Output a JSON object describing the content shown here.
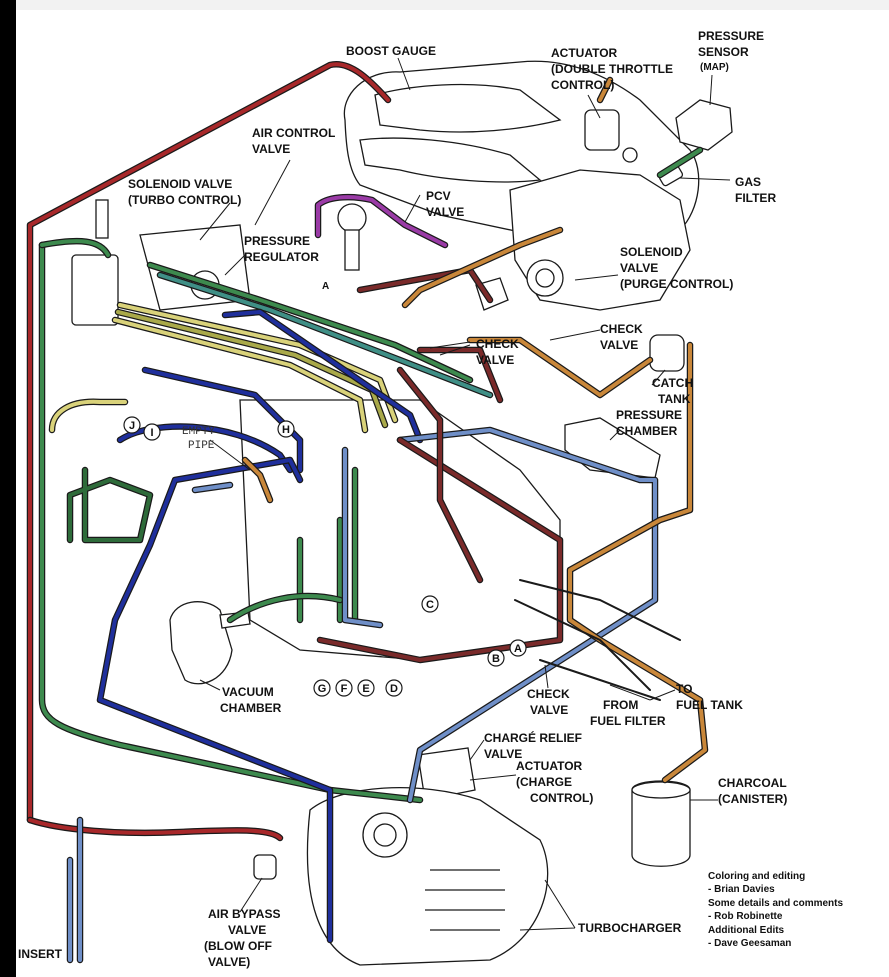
{
  "colors": {
    "red": "#a8282a",
    "green": "#3d8a4e",
    "darkgreen": "#2e6b3a",
    "blue": "#1f2f9c",
    "lightblue": "#6f8fc8",
    "yellow": "#d9d27a",
    "orange": "#c9873a",
    "purple": "#9a3aa6",
    "maroon": "#7a2a2a",
    "olive": "#a9a94a",
    "teal": "#3f8f86",
    "outline": "#1a1a1a"
  },
  "labels": {
    "boost_gauge": "BOOST GAUGE",
    "actuator_double": [
      "ACTUATOR",
      "(DOUBLE THROTTLE",
      "CONTROL)"
    ],
    "pressure_sensor": [
      "PRESSURE",
      "SENSOR",
      "(MAP)"
    ],
    "air_control_valve": [
      "AIR CONTROL",
      "VALVE"
    ],
    "solenoid_turbo": [
      "SOLENOID VALVE",
      "(TURBO CONTROL)"
    ],
    "pcv_valve": [
      "PCV",
      "VALVE"
    ],
    "gas_filter": [
      "GAS",
      "FILTER"
    ],
    "pressure_regulator": [
      "PRESSURE",
      "REGULATOR"
    ],
    "solenoid_purge": [
      "SOLENOID",
      "VALVE",
      "(PURGE CONTROL)"
    ],
    "check_valve_1": [
      "CHECK",
      "VALVE"
    ],
    "check_valve_2": [
      "CHECK",
      "VALVE"
    ],
    "catch_tank": [
      "CATCH",
      "TANK"
    ],
    "pressure_chamber": [
      "PRESSURE",
      "CHAMBER"
    ],
    "empty_pipe": [
      "EMPTY",
      "PIPE"
    ],
    "vacuum_chamber": [
      "VACUUM",
      "CHAMBER"
    ],
    "check_valve_3": [
      "CHECK",
      "VALVE"
    ],
    "from_fuel_filter": [
      "FROM",
      "FUEL FILTER"
    ],
    "to_fuel_tank": [
      "TO",
      "FUEL TANK"
    ],
    "charge_relief": [
      "CHARGÉ RELIEF",
      "VALVE"
    ],
    "actuator_charge": [
      "ACTUATOR",
      "(CHARGE",
      "CONTROL)"
    ],
    "charcoal": [
      "CHARCOAL",
      "(CANISTER)"
    ],
    "turbocharger": "TURBOCHARGER",
    "air_bypass": [
      "AIR BYPASS",
      "VALVE",
      "(BLOW OFF",
      "VALVE)"
    ],
    "insert": "INSERT",
    "port_letters": [
      "A",
      "B",
      "C",
      "D",
      "E",
      "F",
      "G",
      "H",
      "I",
      "J"
    ],
    "marker_a": "A"
  },
  "credits": [
    "Coloring and editing",
    "- Brian Davies",
    "Some details and comments",
    "- Rob Robinette",
    "Additional Edits",
    "- Dave Geesaman"
  ]
}
